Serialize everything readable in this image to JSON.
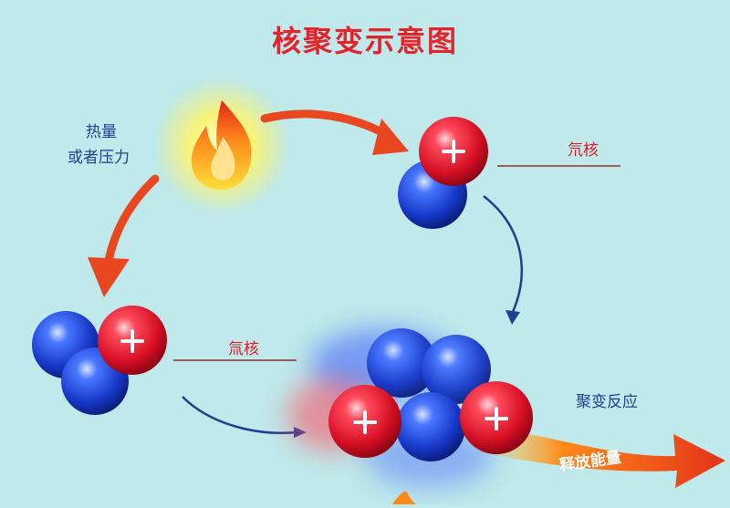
{
  "title": "核聚变示意图",
  "labels": {
    "heat_line1": "热量",
    "heat_line2": "或者压力",
    "nucleus_top": "氘核",
    "nucleus_left": "氚核",
    "fusion": "聚变反应",
    "energy": "释放能量"
  },
  "icons": {
    "flame": "flame-icon",
    "proton_symbol": "plus-icon"
  },
  "colors": {
    "background": "#bfe9ea",
    "title": "#e3242b",
    "proton": "#e0162b",
    "neutron": "#1f4fd1",
    "arrow_red": "#e8471f",
    "arrow_blue": "#1f3f8f",
    "text_blue": "#1f3f8f",
    "text_red": "#d81e2a"
  }
}
